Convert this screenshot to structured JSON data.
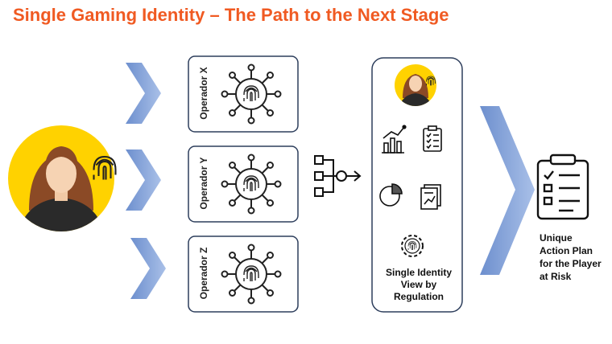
{
  "title": "Single Gaming Identity – The Path to the Next Stage",
  "operators": [
    {
      "label": "Operador X"
    },
    {
      "label": "Operador Y"
    },
    {
      "label": "Operador Z"
    }
  ],
  "single_view_text": "Single Identity View by Regulation",
  "action_plan_text": "Unique Action Plan for the Player at Risk",
  "colors": {
    "title": "#f05a22",
    "chevron": "#7f9fd6",
    "avatar_bg": "#ffd200",
    "box_border": "#2d3e5c"
  },
  "icons": [
    "player-avatar-icon",
    "fingerprint-icon",
    "virus-network-icon",
    "flowchart-icon",
    "bar-chart-icon",
    "checklist-icon",
    "pie-chart-icon",
    "report-icon",
    "gear-fingerprint-icon",
    "clipboard-checklist-icon"
  ]
}
